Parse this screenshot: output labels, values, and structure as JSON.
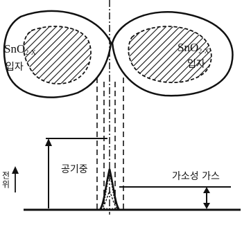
{
  "particles": {
    "left": {
      "formula_main": "SnO",
      "formula_sub": "2-X",
      "name": "입자"
    },
    "right": {
      "formula_main": "SnO",
      "formula_sub": "2-X",
      "name": "입자"
    }
  },
  "labels": {
    "potential_axis": "전위",
    "air": "공기중",
    "reducing_gas": "가소성 가스"
  }
}
